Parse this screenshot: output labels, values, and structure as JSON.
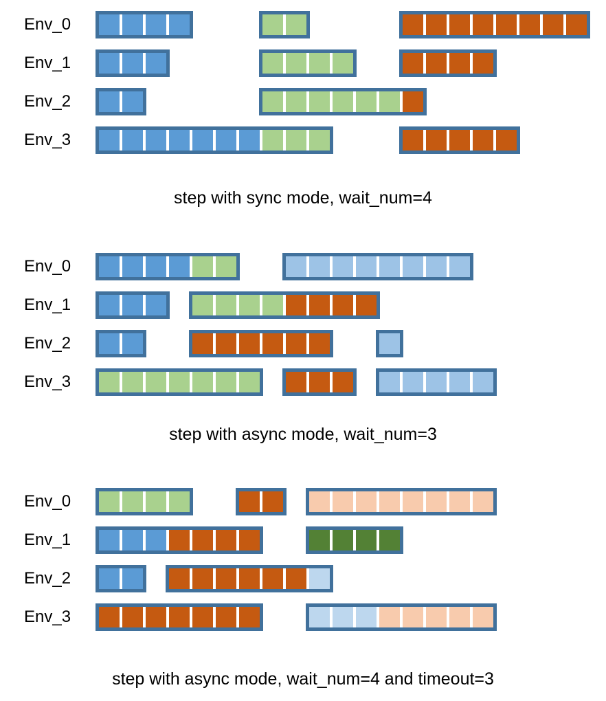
{
  "colors": {
    "frame": "#41719C",
    "blue": "#5B9BD5",
    "green": "#A9D18E",
    "orange": "#C55A11",
    "lightblue": "#9DC3E6",
    "palelightblue": "#BDD7EE",
    "peach": "#F8CBAD",
    "darkgreen": "#538135"
  },
  "panels": [
    {
      "caption": "step with sync mode, wait_num=4",
      "rows": [
        {
          "label": "Env_0",
          "bars": [
            {
              "start": 0,
              "segments": [
                {
                  "color": "blue",
                  "count": 4
                }
              ]
            },
            {
              "start": 7,
              "segments": [
                {
                  "color": "green",
                  "count": 2
                }
              ]
            },
            {
              "start": 13,
              "segments": [
                {
                  "color": "orange",
                  "count": 8
                }
              ]
            }
          ]
        },
        {
          "label": "Env_1",
          "bars": [
            {
              "start": 0,
              "segments": [
                {
                  "color": "blue",
                  "count": 3
                }
              ]
            },
            {
              "start": 7,
              "segments": [
                {
                  "color": "green",
                  "count": 4
                }
              ]
            },
            {
              "start": 13,
              "segments": [
                {
                  "color": "orange",
                  "count": 4
                }
              ]
            }
          ]
        },
        {
          "label": "Env_2",
          "bars": [
            {
              "start": 0,
              "segments": [
                {
                  "color": "blue",
                  "count": 2
                }
              ]
            },
            {
              "start": 7,
              "segments": [
                {
                  "color": "green",
                  "count": 6
                },
                {
                  "color": "orange",
                  "count": 1
                }
              ]
            }
          ]
        },
        {
          "label": "Env_3",
          "bars": [
            {
              "start": 0,
              "segments": [
                {
                  "color": "blue",
                  "count": 7
                },
                {
                  "color": "green",
                  "count": 3
                }
              ]
            },
            {
              "start": 13,
              "segments": [
                {
                  "color": "orange",
                  "count": 5
                }
              ]
            }
          ]
        }
      ]
    },
    {
      "caption": "step with async mode, wait_num=3",
      "rows": [
        {
          "label": "Env_0",
          "bars": [
            {
              "start": 0,
              "segments": [
                {
                  "color": "blue",
                  "count": 4
                },
                {
                  "color": "green",
                  "count": 2
                }
              ]
            },
            {
              "start": 8,
              "segments": [
                {
                  "color": "lightblue",
                  "count": 8
                }
              ]
            }
          ]
        },
        {
          "label": "Env_1",
          "bars": [
            {
              "start": 0,
              "segments": [
                {
                  "color": "blue",
                  "count": 3
                }
              ]
            },
            {
              "start": 4,
              "segments": [
                {
                  "color": "green",
                  "count": 4
                },
                {
                  "color": "orange",
                  "count": 4
                }
              ]
            }
          ]
        },
        {
          "label": "Env_2",
          "bars": [
            {
              "start": 0,
              "segments": [
                {
                  "color": "blue",
                  "count": 2
                }
              ]
            },
            {
              "start": 4,
              "segments": [
                {
                  "color": "orange",
                  "count": 6
                }
              ]
            },
            {
              "start": 12,
              "segments": [
                {
                  "color": "lightblue",
                  "count": 1
                }
              ]
            }
          ]
        },
        {
          "label": "Env_3",
          "bars": [
            {
              "start": 0,
              "segments": [
                {
                  "color": "green",
                  "count": 7
                }
              ]
            },
            {
              "start": 8,
              "segments": [
                {
                  "color": "orange",
                  "count": 3
                }
              ]
            },
            {
              "start": 12,
              "segments": [
                {
                  "color": "lightblue",
                  "count": 5
                }
              ]
            }
          ]
        }
      ]
    },
    {
      "caption": "step with async mode, wait_num=4 and timeout=3",
      "rows": [
        {
          "label": "Env_0",
          "bars": [
            {
              "start": 0,
              "segments": [
                {
                  "color": "green",
                  "count": 4
                }
              ]
            },
            {
              "start": 6,
              "segments": [
                {
                  "color": "orange",
                  "count": 2
                }
              ]
            },
            {
              "start": 9,
              "segments": [
                {
                  "color": "peach",
                  "count": 8
                }
              ]
            }
          ]
        },
        {
          "label": "Env_1",
          "bars": [
            {
              "start": 0,
              "segments": [
                {
                  "color": "blue",
                  "count": 3
                },
                {
                  "color": "orange",
                  "count": 4
                }
              ]
            },
            {
              "start": 9,
              "segments": [
                {
                  "color": "darkgreen",
                  "count": 4
                }
              ]
            }
          ]
        },
        {
          "label": "Env_2",
          "bars": [
            {
              "start": 0,
              "segments": [
                {
                  "color": "blue",
                  "count": 2
                }
              ]
            },
            {
              "start": 3,
              "segments": [
                {
                  "color": "orange",
                  "count": 6
                },
                {
                  "color": "palelightblue",
                  "count": 1
                }
              ]
            }
          ]
        },
        {
          "label": "Env_3",
          "bars": [
            {
              "start": 0,
              "segments": [
                {
                  "color": "orange",
                  "count": 7
                }
              ]
            },
            {
              "start": 9,
              "segments": [
                {
                  "color": "palelightblue",
                  "count": 3
                },
                {
                  "color": "peach",
                  "count": 5
                }
              ]
            }
          ]
        }
      ]
    }
  ]
}
